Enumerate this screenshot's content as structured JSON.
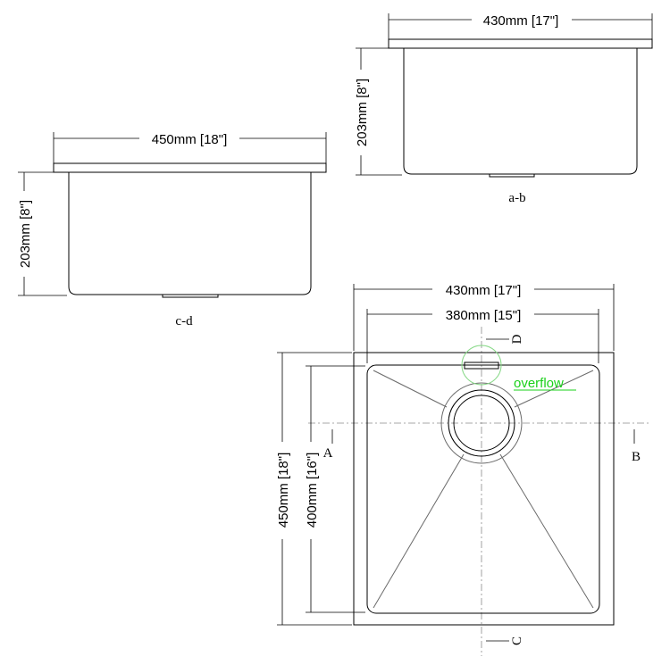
{
  "views": {
    "ab": {
      "width_label": "430mm [17\"]",
      "depth_label": "203mm [8\"]",
      "caption": "a-b"
    },
    "cd": {
      "width_label": "450mm [18\"]",
      "depth_label": "203mm [8\"]",
      "caption": "c-d"
    },
    "plan": {
      "outer_width_label": "430mm [17\"]",
      "inner_width_label": "380mm [15\"]",
      "outer_length_label": "450mm [18\"]",
      "inner_length_label": "400mm [16\"]",
      "overflow_label": "overflow",
      "section_a": "A",
      "section_b": "B",
      "section_c": "C",
      "section_d": "D"
    }
  },
  "colors": {
    "line": "#000000",
    "overflow_highlight": "#1ad11a",
    "centerline": "#8a8a8a"
  }
}
